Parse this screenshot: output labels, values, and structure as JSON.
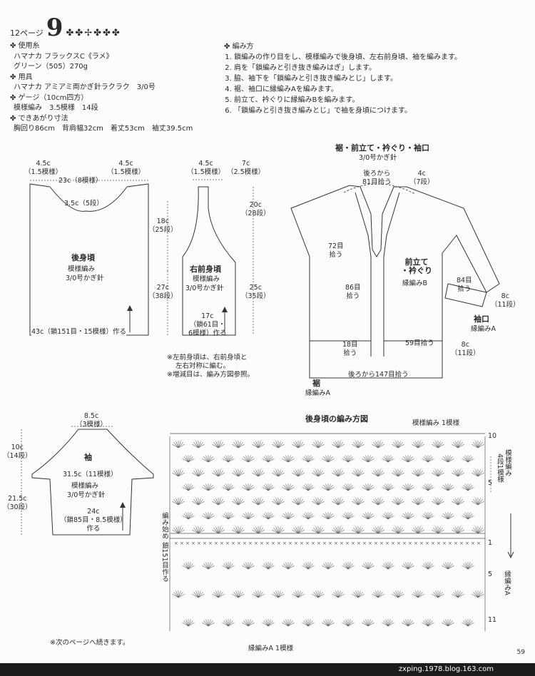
{
  "header": {
    "page_ref": "12ページ",
    "number": "9",
    "deco": "✤✤✢✤✤✤"
  },
  "materials": {
    "yarn_heading": "使用糸",
    "yarn_line1": "ハマナカ フラックスC《ラメ》",
    "yarn_line2": "グリーン（505）270g",
    "tools_heading": "用具",
    "tools_line": "ハマナカ アミアミ両かぎ針ラクラク　3/0号",
    "gauge_heading": "ゲージ（10cm四方）",
    "gauge_line": "模様編み　3.5模様　14段",
    "size_heading": "できあがり寸法",
    "size_line": "胸回り86cm　背肩幅32cm　着丈53cm　袖丈39.5cm"
  },
  "method": {
    "heading": "編み方",
    "steps": [
      "鎖編みの作り目をし、模様編みで後身頃、左右前身頃、袖を編みます。",
      "肩を「鎖編みと引き抜き編みはぎ」します。",
      "脇、袖下を「鎖編みと引き抜き編みとじ」します。",
      "裾、袖口に縁編みAを編みます。",
      "前立て、衿ぐりに縁編みBを編みます。",
      "「鎖編みと引き抜き編みとじ」で袖を身頃につけます。"
    ]
  },
  "back": {
    "w_left": "4.5c",
    "w_left_sub": "（1.5模様）",
    "w_right": "4.5c",
    "w_right_sub": "（1.5模様）",
    "neck": "23c（8模様）",
    "neck_depth": "3.5c（5段）",
    "title": "後身頃",
    "pattern": "模様編み",
    "hook": "3/0号かぎ針",
    "h_top": "18c",
    "h_top_sub": "（25段）",
    "h_bot": "27c",
    "h_bot_sub": "（38段）",
    "bottom": "43c（鎖151目・15模様）作る"
  },
  "front": {
    "w_left": "4.5c",
    "w_left_sub": "（1.5模様）",
    "w_right": "7c",
    "w_right_sub": "（2.5模様）",
    "title": "右前身頃",
    "pattern": "模様編み",
    "hook": "3/0号かぎ針",
    "h_top": "20c",
    "h_top_sub": "（28段）",
    "h_bot": "25c",
    "h_bot_sub": "（35段）",
    "bottom1": "17c",
    "bottom2": "（鎖61目・",
    "bottom3": "6模様）作る",
    "note1": "※左前身頃は、右前身頃と",
    "note2": "左右対称に編む。",
    "note3": "※増減目は、編み方図参照。"
  },
  "assembly": {
    "title": "裾・前立て・衿ぐり・袖口",
    "hook": "3/0号かぎ針",
    "back_pick": "後ろから",
    "back_pick2": "81目拾う",
    "band_w": "4c",
    "band_w_sub": "（7段）",
    "p72": "72目",
    "p72b": "拾う",
    "p86": "86目",
    "p86b": "拾う",
    "front_band": "前立て",
    "front_band2": "・衿ぐり",
    "edgeB": "縁編みB",
    "p84": "84目",
    "p84b": "拾う",
    "cuff_h": "8c",
    "cuff_h_sub": "（11段）",
    "cuff": "袖口",
    "edgeA": "縁編みA",
    "p18": "18目",
    "p18b": "拾う",
    "p59": "59目拾う",
    "hem_h": "8c",
    "hem_h_sub": "（11段）",
    "hem": "裾",
    "hem_edge": "縁編みA",
    "back147": "後ろから147目拾う"
  },
  "sleeve": {
    "top": "8.5c",
    "top_sub": "（3模様）",
    "h_top": "10c",
    "h_top_sub": "（14段）",
    "title": "袖",
    "width": "31.5c（11模様）",
    "pattern": "模様編み",
    "hook": "3/0号かぎ針",
    "h_bot": "21.5c",
    "h_bot_sub": "（30段）",
    "bottom1": "24c",
    "bottom2": "（鎖85目・8.5模様）",
    "bottom3": "作る"
  },
  "chart": {
    "title": "後身頃の編み方図",
    "repeat": "模様編み 1模様",
    "row10": "10",
    "row5": "5",
    "row1": "1",
    "row5b": "5",
    "row11": "11",
    "side_pat": "模様編み",
    "side_rep": "4段1模様",
    "side_edge": "縁編みA",
    "start": "編み始め",
    "chain": "鎖151目作る",
    "bottom_rep": "縁編みA 1模様"
  },
  "continue_note": "※次のページへ続きます。",
  "page_number": "59",
  "footer": "zxping.1978.blog.163.com"
}
